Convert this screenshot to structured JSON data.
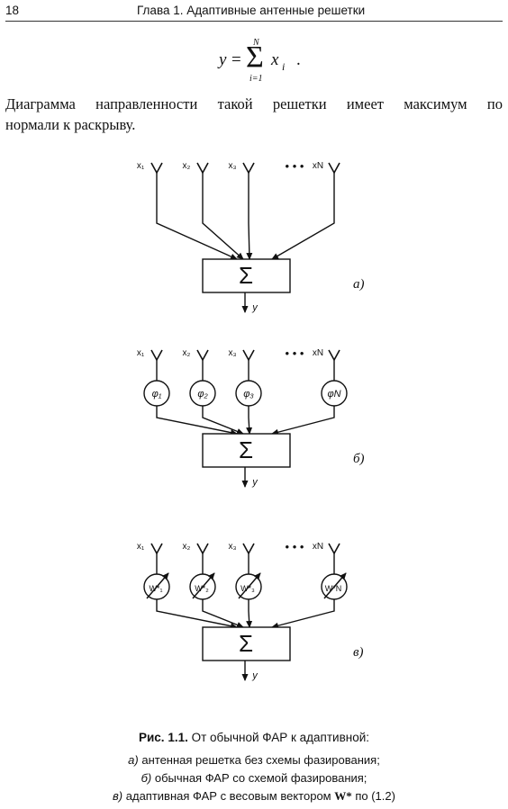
{
  "header": {
    "page_number": "18",
    "chapter_title": "Глава 1. Адаптивные антенные решетки"
  },
  "formula": {
    "lhs": "y",
    "eq": "=",
    "sum": "Σ",
    "upper": "N",
    "lower": "i=1",
    "var": "x",
    "sub": "i",
    "end": "."
  },
  "paragraph": {
    "line1": "Диаграмма направленности такой решетки имеет максимум по",
    "line2": "нормали к раскрыву."
  },
  "diagram": {
    "inputs": [
      "x₁",
      "x₂",
      "x₃",
      "xN"
    ],
    "ellipsis": "• • •",
    "sum_symbol": "Σ",
    "output": "y",
    "phase_labels": [
      "φ₁",
      "φ₂",
      "φ₃",
      "φN"
    ],
    "weight_labels": [
      "W*₁",
      "W*₂",
      "W*₃",
      "W*N"
    ],
    "panel_labels": [
      "а)",
      "б)",
      "в)"
    ]
  },
  "caption": {
    "fig_number": "Рис. 1.1.",
    "title": " От обычной ФАР к адаптивной:",
    "line_a_letter": "а)",
    "line_a_text": " антенная решетка без схемы фазирования;",
    "line_b_letter": "б)",
    "line_b_text": " обычная ФАР со схемой фазирования;",
    "line_c_letter": "в)",
    "line_c_text": " адаптивная ФАР с весовым вектором ",
    "line_c_vector": "W*",
    "line_c_end": " по (1.2)"
  }
}
